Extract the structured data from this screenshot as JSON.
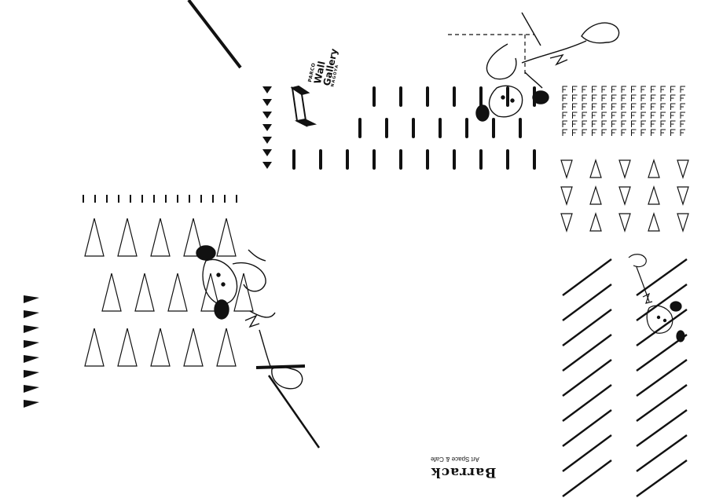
{
  "logo": {
    "line1": "PARCO",
    "line2": "Wall",
    "line3": "Gallery",
    "line4": "NAGOYA",
    "icon": "parco-wall-gallery-cube-icon"
  },
  "brand": {
    "name": "Barrack",
    "tagline": "Art Space & Cafe"
  },
  "colors": {
    "ink": "#111111",
    "paper": "#ffffff"
  },
  "illustrations": [
    "dog-character-icon-top",
    "dog-character-icon-left",
    "dog-character-icon-right"
  ]
}
